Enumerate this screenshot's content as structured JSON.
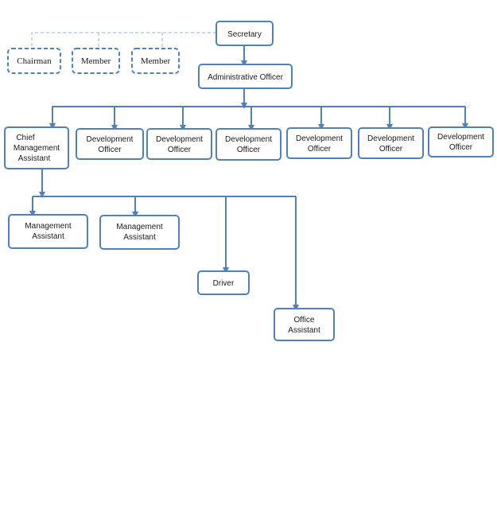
{
  "nodes": {
    "secretary": "Secretary",
    "chairman": "Chairman",
    "member_1": "Member",
    "member_2": "Member",
    "administrative_officer": "Administrative Officer",
    "chief_management_assistant": [
      "Chief",
      "Management",
      "Assistant"
    ],
    "development_officers": [
      [
        "Development",
        "Officer"
      ],
      [
        "Development",
        "Officer"
      ],
      [
        "Development",
        "Officer"
      ],
      [
        "Development",
        "Officer"
      ],
      [
        "Development",
        "Officer"
      ],
      [
        "Development",
        "Officer"
      ]
    ],
    "management_assistants": [
      [
        "Management",
        "Assistant"
      ],
      [
        "Management",
        "Assistant"
      ]
    ],
    "driver": "Driver",
    "office_assistant": [
      "Office",
      "Assistant"
    ]
  },
  "colors": {
    "line": "#4f81bd",
    "dashed_line": "#9bb6d9",
    "box_fill": "#ffffff",
    "text": "#1a1a1a"
  }
}
